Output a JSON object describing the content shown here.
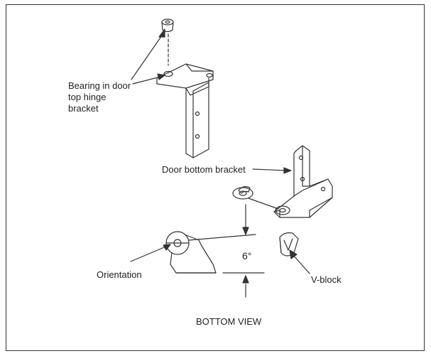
{
  "labels": {
    "bearing": "Bearing in door top hinge bracket",
    "door_bottom_bracket": "Door bottom bracket",
    "angle": "6°",
    "orientation": "Orientation",
    "v_block": "V-block",
    "bottom_view": "BOTTOM VIEW"
  },
  "colors": {
    "line": "#333333",
    "fill": "#ffffff",
    "shade": "#d8d8d8"
  }
}
